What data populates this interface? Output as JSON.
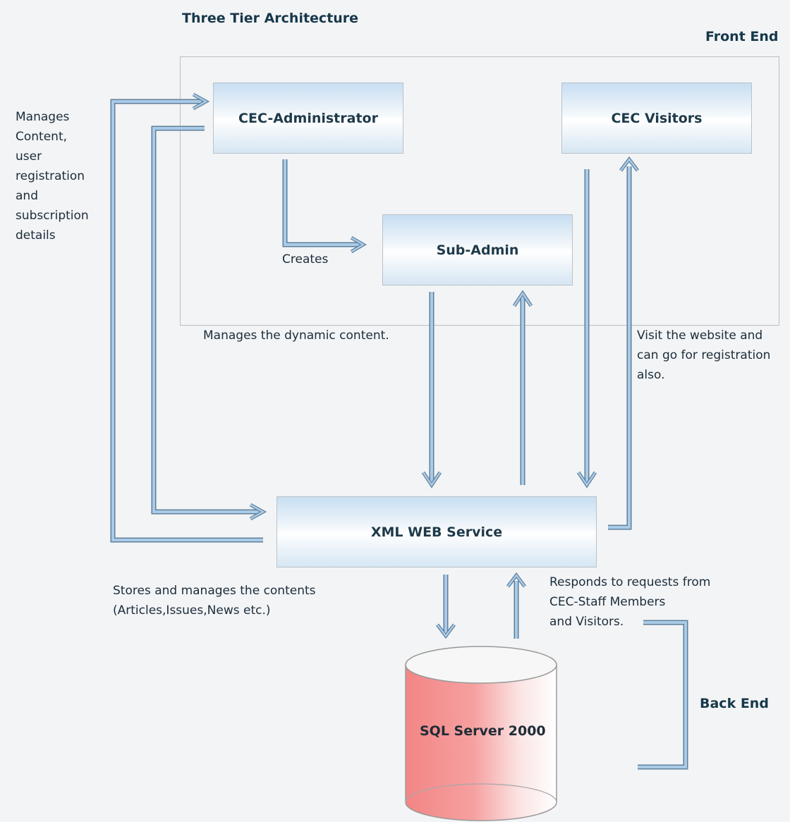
{
  "title": "Three Tier Architecture",
  "front_end_label": "Front End",
  "back_end_label": "Back End",
  "nodes": {
    "cec_admin": "CEC-Administrator",
    "cec_visitors": "CEC Visitors",
    "sub_admin": "Sub-Admin",
    "xml_web_service": "XML WEB Service",
    "sql_server": "SQL Server 2000"
  },
  "annotations": {
    "manages_content": [
      "Manages",
      "Content,",
      "user",
      "registration",
      "and",
      "subscription",
      "details"
    ],
    "creates": "Creates",
    "dynamic_content": "Manages the dynamic content.",
    "visit_website": [
      "Visit the website and",
      "can go for registration",
      "also."
    ],
    "stores_contents": [
      "Stores and manages the contents",
      "(Articles,Issues,News etc.)"
    ],
    "responds": [
      "Responds to requests from",
      "CEC-Staff Members",
      "and Visitors."
    ]
  },
  "colors": {
    "background": "#f3f4f6",
    "arrow_fill": "#a9cbe8",
    "arrow_edge": "#5f7f9a",
    "database_fill": "#f38c8c"
  }
}
